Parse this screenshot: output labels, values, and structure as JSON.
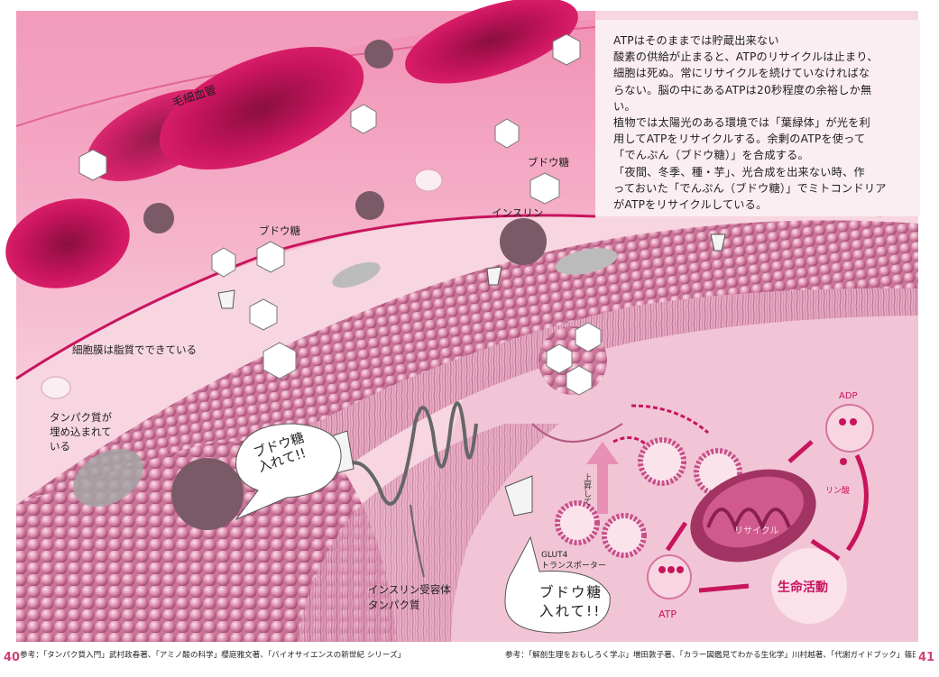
{
  "labels": {
    "capillary": "毛細血管",
    "glucose_top": "ブドウ糖",
    "glucose_upper": "ブドウ糖",
    "insulin": "インスリン",
    "membrane": "細胞膜は脂質でできている",
    "embedded_protein": "タンパク質が\n埋め込まれて\nいる",
    "speech_1": "ブドウ糖\n入れて!!",
    "speech_2": "ブドウ糖\n入れて!!",
    "receptor": "インスリン受容体\nタンパク質",
    "glut4": "GLUT4\nトランスポーター",
    "go_up": "上昇して",
    "recycle": "リサイクル",
    "adp": "ADP",
    "atp": "ATP",
    "phosphate": "リン酸",
    "life_activity": "生命活動"
  },
  "info": {
    "text": "ATPはそのままでは貯蔵出来ない\n酸素の供給が止まると、ATPのリサイクルは止まり、\n細胞は死ぬ。常にリサイクルを続けていなければな\nらない。脳の中にあるATPは20秒程度の余裕しか無\nい。\n植物では太陽光のある環境では「葉緑体」が光を利\n用してATPをリサイクルする。余剰のATPを使って\n「でんぷん（ブドウ糖）」を合成する。\n「夜間、冬季、種・芋」、光合成を出来ない時、作\nっておいた「でんぷん（ブドウ糖）」でミトコンドリア\nがATPをリサイクルしている。"
  },
  "footer": {
    "left": "参考：「タンパク質入門」武村政春著、「アミノ酸の科学」櫻庭雅文著、「バイオサイエンスの新世紀 シリーズ」",
    "right": "参考：「解剖生理をおもしろく学ぶ」増田敦子著、「カラー図鑑見てわかる生化学」川村越著、「代謝ガイドブック」篠田幸雄著",
    "page_left": "40",
    "page_right": "41"
  },
  "colors": {
    "blood": "#c8145e",
    "membrane": "#d98aa9",
    "background_pink": "#f6d2de",
    "accent": "#d2407a"
  }
}
